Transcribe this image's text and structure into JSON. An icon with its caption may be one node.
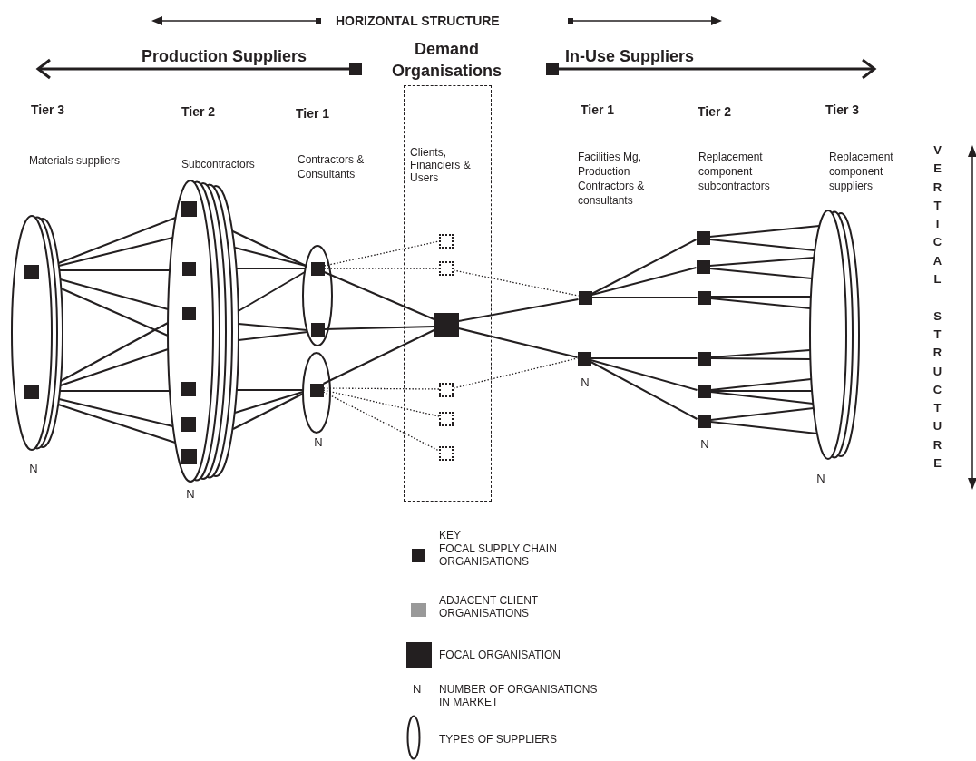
{
  "diagram": {
    "nodes": [
      {
        "text": [],
        "shape": "ellipse",
        "beside": [
          "N"
        ]
      },
      {
        "text": [],
        "shape": "box",
        "in": 0
      },
      {
        "text": [],
        "shape": "box",
        "in": 0
      },
      {
        "text": [],
        "shape": "ellipse",
        "beside": [
          "N"
        ]
      },
      {
        "text": [],
        "shape": "box",
        "in": 3
      },
      {
        "text": [],
        "shape": "box",
        "in": 3
      },
      {
        "text": [],
        "shape": "box",
        "in": 3
      },
      {
        "text": [],
        "shape": "box",
        "in": 3
      },
      {
        "text": [],
        "shape": "box",
        "in": 3
      },
      {
        "text": [],
        "shape": "box",
        "in": 3
      },
      {
        "text": [],
        "shape": "ellipse"
      },
      {
        "text": [],
        "shape": "box",
        "in": 10
      },
      {
        "text": [],
        "shape": "box",
        "in": 10
      },
      {
        "text": [],
        "shape": "ellipse",
        "beside": [
          "N"
        ]
      },
      {
        "text": [],
        "shape": "box",
        "in": 13
      },
      {
        "text": [
          "Demand Organisations",
          "Clients, Financiers & Users"
        ]
      },
      {
        "text": [],
        "shape": "box",
        "in": 15
      },
      {
        "text": [],
        "shape": "box",
        "in": 15
      },
      {
        "text": [],
        "shape": "box",
        "in": 15
      },
      {
        "text": [],
        "shape": "box",
        "in": 15
      },
      {
        "text": [],
        "shape": "box",
        "in": 15
      },
      {
        "text": [],
        "shape": "box",
        "in": 15
      },
      {
        "text": [],
        "shape": "box"
      },
      {
        "text": [],
        "shape": "box",
        "beside": [
          "N"
        ]
      },
      {
        "text": [],
        "shape": "box"
      },
      {
        "text": [],
        "shape": "box"
      },
      {
        "text": [],
        "shape": "box"
      },
      {
        "text": [],
        "shape": "box"
      },
      {
        "text": [],
        "shape": "box"
      },
      {
        "text": [],
        "shape": "box",
        "beside": [
          "N"
        ]
      },
      {
        "text": [],
        "shape": "ellipse",
        "beside": [
          "N"
        ]
      }
    ],
    "edges": [
      {
        "from": 0,
        "to": 3,
        "arrow": "none"
      },
      {
        "from": 0,
        "to": 3,
        "arrow": "none"
      },
      {
        "from": 0,
        "to": 3,
        "arrow": "none"
      },
      {
        "from": 0,
        "to": 3,
        "arrow": "none"
      },
      {
        "from": 0,
        "to": 3,
        "arrow": "none"
      },
      {
        "from": 0,
        "to": 3,
        "arrow": "none"
      },
      {
        "from": 0,
        "to": 3,
        "arrow": "none"
      },
      {
        "from": 0,
        "to": 3,
        "arrow": "none"
      },
      {
        "from": 0,
        "to": 3,
        "arrow": "none"
      },
      {
        "from": 0,
        "to": 3,
        "arrow": "none"
      },
      {
        "from": 3,
        "to": 10,
        "arrow": "none"
      },
      {
        "from": 3,
        "to": 10,
        "arrow": "none"
      },
      {
        "from": 3,
        "to": 10,
        "arrow": "none"
      },
      {
        "from": 3,
        "to": 10,
        "arrow": "none"
      },
      {
        "from": 3,
        "to": 10,
        "arrow": "none"
      },
      {
        "from": 3,
        "to": 10,
        "arrow": "none"
      },
      {
        "from": 3,
        "to": 13,
        "arrow": "none"
      },
      {
        "from": 3,
        "to": 13,
        "arrow": "none"
      },
      {
        "from": 3,
        "to": 13,
        "arrow": "none"
      },
      {
        "from": 11,
        "to": 18,
        "arrow": "none"
      },
      {
        "from": 12,
        "to": 18,
        "arrow": "none"
      },
      {
        "from": 14,
        "to": 18,
        "arrow": "none"
      },
      {
        "from": 11,
        "to": 16,
        "arrow": "none",
        "style": "dashed"
      },
      {
        "from": 11,
        "to": 17,
        "arrow": "none",
        "style": "dashed"
      },
      {
        "from": 17,
        "to": 22,
        "arrow": "none",
        "style": "dashed"
      },
      {
        "from": 14,
        "to": 19,
        "arrow": "none",
        "style": "dashed"
      },
      {
        "from": 14,
        "to": 20,
        "arrow": "none",
        "style": "dashed"
      },
      {
        "from": 14,
        "to": 21,
        "arrow": "none",
        "style": "dashed"
      },
      {
        "from": 19,
        "to": 23,
        "arrow": "none",
        "style": "dashed"
      },
      {
        "from": 18,
        "to": 22,
        "arrow": "none"
      },
      {
        "from": 18,
        "to": 23,
        "arrow": "none"
      },
      {
        "from": 22,
        "to": 24,
        "arrow": "none"
      },
      {
        "from": 22,
        "to": 25,
        "arrow": "none"
      },
      {
        "from": 22,
        "to": 26,
        "arrow": "none"
      },
      {
        "from": 23,
        "to": 27,
        "arrow": "none"
      },
      {
        "from": 23,
        "to": 28,
        "arrow": "none"
      },
      {
        "from": 23,
        "to": 29,
        "arrow": "none"
      },
      {
        "from": 24,
        "to": 30,
        "arrow": "none"
      },
      {
        "from": 24,
        "to": 30,
        "arrow": "none"
      },
      {
        "from": 25,
        "to": 30,
        "arrow": "none"
      },
      {
        "from": 25,
        "to": 30,
        "arrow": "none"
      },
      {
        "from": 26,
        "to": 30,
        "arrow": "none"
      },
      {
        "from": 26,
        "to": 30,
        "arrow": "none"
      },
      {
        "from": 27,
        "to": 30,
        "arrow": "none"
      },
      {
        "from": 27,
        "to": 30,
        "arrow": "none"
      },
      {
        "from": 28,
        "to": 30,
        "arrow": "none"
      },
      {
        "from": 28,
        "to": 30,
        "arrow": "none"
      },
      {
        "from": 28,
        "to": 30,
        "arrow": "none"
      },
      {
        "from": 29,
        "to": 30,
        "arrow": "none"
      },
      {
        "from": 29,
        "to": 30,
        "arrow": "none"
      }
    ],
    "labels": [
      "HORIZONTAL STRUCTURE",
      "Production Suppliers",
      "In-Use Suppliers",
      "Tier 3",
      "Tier 2",
      "Tier 1",
      "Tier 1",
      "Tier 2",
      "Tier 3",
      "Materials suppliers",
      "Subcontractors",
      "Contractors & Consultants",
      "Facilities Mg, Production Contractors & consultants",
      "Replacement component subcontractors",
      "Replacement component suppliers",
      "VERTICAL STRUCTURE",
      "KEY",
      "N"
    ],
    "legend": [
      {
        "text": "FOCAL SUPPLY CHAIN ORGANISATIONS",
        "color": "#231f20"
      },
      {
        "text": "ADJACENT CLIENT ORGANISATIONS",
        "color": "#999999"
      },
      {
        "text": "FOCAL ORGANISATION",
        "color": "#231f20"
      },
      {
        "text": "NUMBER OF ORGANISATIONS IN MARKET"
      },
      {
        "text": "TYPES OF SUPPLIERS"
      }
    ]
  }
}
